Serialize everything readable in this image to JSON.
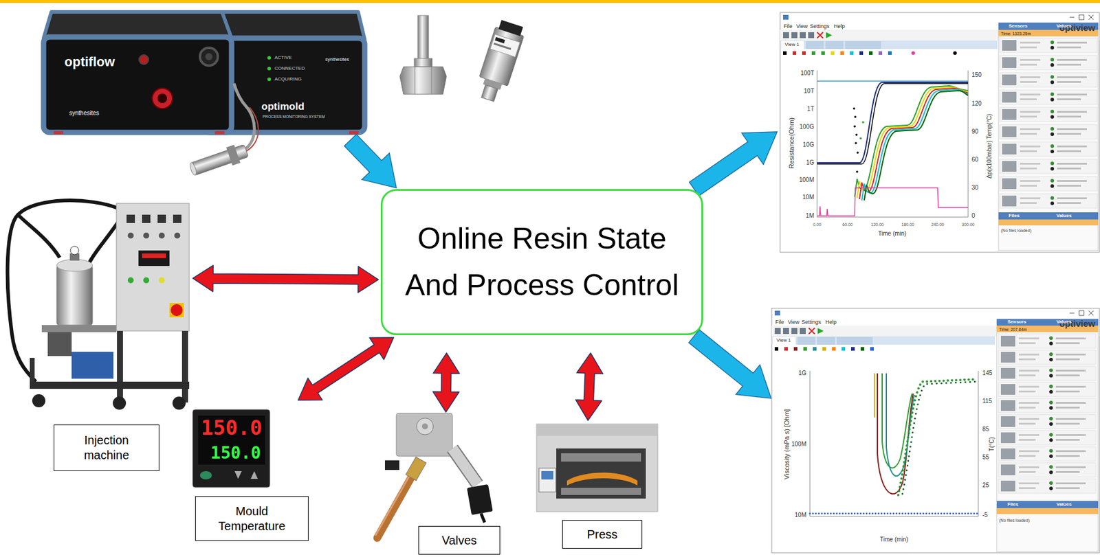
{
  "diagram": {
    "nodes": [
      {
        "text": [
          "Online Resin State And Process Control"
        ]
      },
      {
        "text": [
          "Injection machine"
        ]
      },
      {
        "text": [
          "Mould Temperature"
        ]
      },
      {
        "text": [
          "Valves"
        ]
      },
      {
        "text": [
          "Press"
        ]
      }
    ],
    "edges": [
      {
        "from": 0,
        "to": 1,
        "arrow": "both"
      },
      {
        "from": 0,
        "to": 2,
        "arrow": "both"
      },
      {
        "from": 0,
        "to": 3,
        "arrow": "both"
      },
      {
        "from": 0,
        "to": 4,
        "arrow": "both"
      }
    ],
    "labels": [
      "optiflow",
      "synthesites",
      "optimold",
      "PROCESS MONITORING SYSTEM",
      "ACTIVE",
      "CONNECTED",
      "ACQUIRING",
      "synthesites",
      "150.0",
      "150.0",
      "File",
      "View",
      "Settings",
      "Help",
      "optiview",
      "View 1",
      "Resistance(Ohm)",
      "Δp(x100mbar) Temp(°C)",
      "Time (min)",
      "100T",
      "10T",
      "1T",
      "100G",
      "10G",
      "1G",
      "100M",
      "10M",
      "1M",
      "150",
      "120",
      "90",
      "60",
      "30",
      "0",
      "0.00",
      "60.00",
      "120.00",
      "180.00",
      "240.00",
      "300.00",
      "Sensors",
      "Values",
      "Time: 1323.25m",
      "Files",
      "Values",
      "(No files loaded)",
      "File",
      "View",
      "Settings",
      "Help",
      "optiview",
      "View 1",
      "Viscosity (mPa s) [Ohm]",
      "T(°C)",
      "Time (min)",
      "1G",
      "100M",
      "10M",
      "145",
      "115",
      "85",
      "55",
      "25",
      "-5",
      "Sensors",
      "Values",
      "Time: 207.84m",
      "Files",
      "Values",
      "(No files loaded)"
    ]
  }
}
